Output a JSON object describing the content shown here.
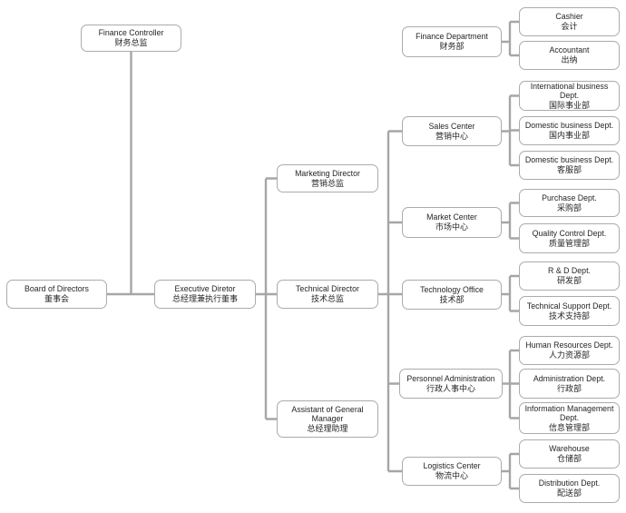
{
  "diagram_type": "org-chart",
  "colors": {
    "background": "#ffffff",
    "connector_line": "#a6a6a6",
    "box_border": "#ababab",
    "box_fill": "#ffffff",
    "text": "#262626"
  },
  "nodes": [
    {
      "id": "finance-controller",
      "en": "Finance Controller",
      "zh": "财务总监"
    },
    {
      "id": "board-of-directors",
      "en": "Board of Directors",
      "zh": "董事会"
    },
    {
      "id": "executive-director",
      "en": "Executive Diretor",
      "zh": "总经理兼执行董事"
    },
    {
      "id": "marketing-director",
      "en": "Marketing Director",
      "zh": "营销总监"
    },
    {
      "id": "technical-director",
      "en": "Technical Director",
      "zh": "技术总监"
    },
    {
      "id": "assistant-general-manager",
      "en": "Assistant of General Manager",
      "zh": "总经理助理"
    },
    {
      "id": "finance-department",
      "en": "Finance Department",
      "zh": "财务部"
    },
    {
      "id": "sales-center",
      "en": "Sales Center",
      "zh": "营销中心"
    },
    {
      "id": "market-center",
      "en": "Market Center",
      "zh": "市场中心"
    },
    {
      "id": "technology-office",
      "en": "Technology Office",
      "zh": "技术部"
    },
    {
      "id": "personnel-administration",
      "en": "Personnel Administration",
      "zh": "行政人事中心"
    },
    {
      "id": "logistics-center",
      "en": "Logistics Center",
      "zh": "物流中心"
    },
    {
      "id": "cashier",
      "en": "Cashier",
      "zh": "会计"
    },
    {
      "id": "accountant",
      "en": "Accountant",
      "zh": "出纳"
    },
    {
      "id": "international-business-dept",
      "en": "International business Dept.",
      "zh": "国际事业部"
    },
    {
      "id": "domestic-business-dept",
      "en": "Domestic business Dept.",
      "zh": "国内事业部"
    },
    {
      "id": "customer-service-dept",
      "en": "Domestic business Dept.",
      "zh": "客服部"
    },
    {
      "id": "purchase-dept",
      "en": "Purchase Dept.",
      "zh": "采购部"
    },
    {
      "id": "quality-control-dept",
      "en": "Quality Control Dept.",
      "zh": "质量管理部"
    },
    {
      "id": "rd-dept",
      "en": "R & D Dept.",
      "zh": "研发部"
    },
    {
      "id": "technical-support-dept",
      "en": "Technical Support Dept.",
      "zh": "技术支持部"
    },
    {
      "id": "human-resources-dept",
      "en": "Human Resources Dept.",
      "zh": "人力资源部"
    },
    {
      "id": "administration-dept",
      "en": "Administration Dept.",
      "zh": "行政部"
    },
    {
      "id": "information-management-dept",
      "en": "Information Management Dept.",
      "zh": "信息管理部"
    },
    {
      "id": "warehouse",
      "en": "Warehouse",
      "zh": "仓储部"
    },
    {
      "id": "distribution-dept",
      "en": "Distribution Dept.",
      "zh": "配送部"
    }
  ],
  "edges": [
    [
      "finance-controller",
      "executive-director"
    ],
    [
      "board-of-directors",
      "executive-director"
    ],
    [
      "executive-director",
      "marketing-director"
    ],
    [
      "executive-director",
      "technical-director"
    ],
    [
      "executive-director",
      "assistant-general-manager"
    ],
    [
      "technical-director",
      "sales-center"
    ],
    [
      "technical-director",
      "market-center"
    ],
    [
      "technical-director",
      "technology-office"
    ],
    [
      "technical-director",
      "personnel-administration"
    ],
    [
      "technical-director",
      "logistics-center"
    ],
    [
      "finance-department",
      "cashier"
    ],
    [
      "finance-department",
      "accountant"
    ],
    [
      "sales-center",
      "international-business-dept"
    ],
    [
      "sales-center",
      "domestic-business-dept"
    ],
    [
      "sales-center",
      "customer-service-dept"
    ],
    [
      "market-center",
      "purchase-dept"
    ],
    [
      "market-center",
      "quality-control-dept"
    ],
    [
      "technology-office",
      "rd-dept"
    ],
    [
      "technology-office",
      "technical-support-dept"
    ],
    [
      "personnel-administration",
      "human-resources-dept"
    ],
    [
      "personnel-administration",
      "administration-dept"
    ],
    [
      "personnel-administration",
      "information-management-dept"
    ],
    [
      "logistics-center",
      "warehouse"
    ],
    [
      "logistics-center",
      "distribution-dept"
    ]
  ]
}
